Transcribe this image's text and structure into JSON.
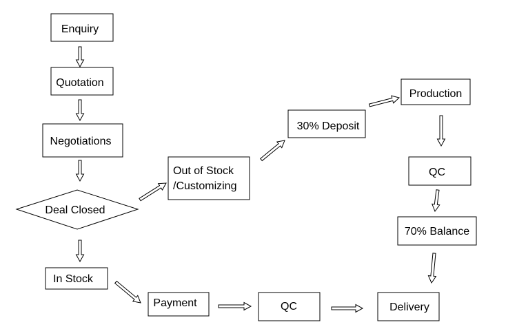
{
  "diagram": {
    "nodes": {
      "enquiry": "Enquiry",
      "quotation": "Quotation",
      "negotiations": "Negotiations",
      "deal_closed": "Deal Closed",
      "in_stock": "In Stock",
      "out_of_stock_line1": "Out of Stock",
      "out_of_stock_line2": "/Customizing",
      "deposit": "30% Deposit",
      "production": "Production",
      "qc_production": "QC",
      "balance": "70% Balance",
      "payment": "Payment",
      "qc_payment": "QC",
      "delivery": "Delivery"
    },
    "colors": {
      "stroke": "#000000",
      "fill": "#ffffff",
      "text": "#000000"
    }
  }
}
